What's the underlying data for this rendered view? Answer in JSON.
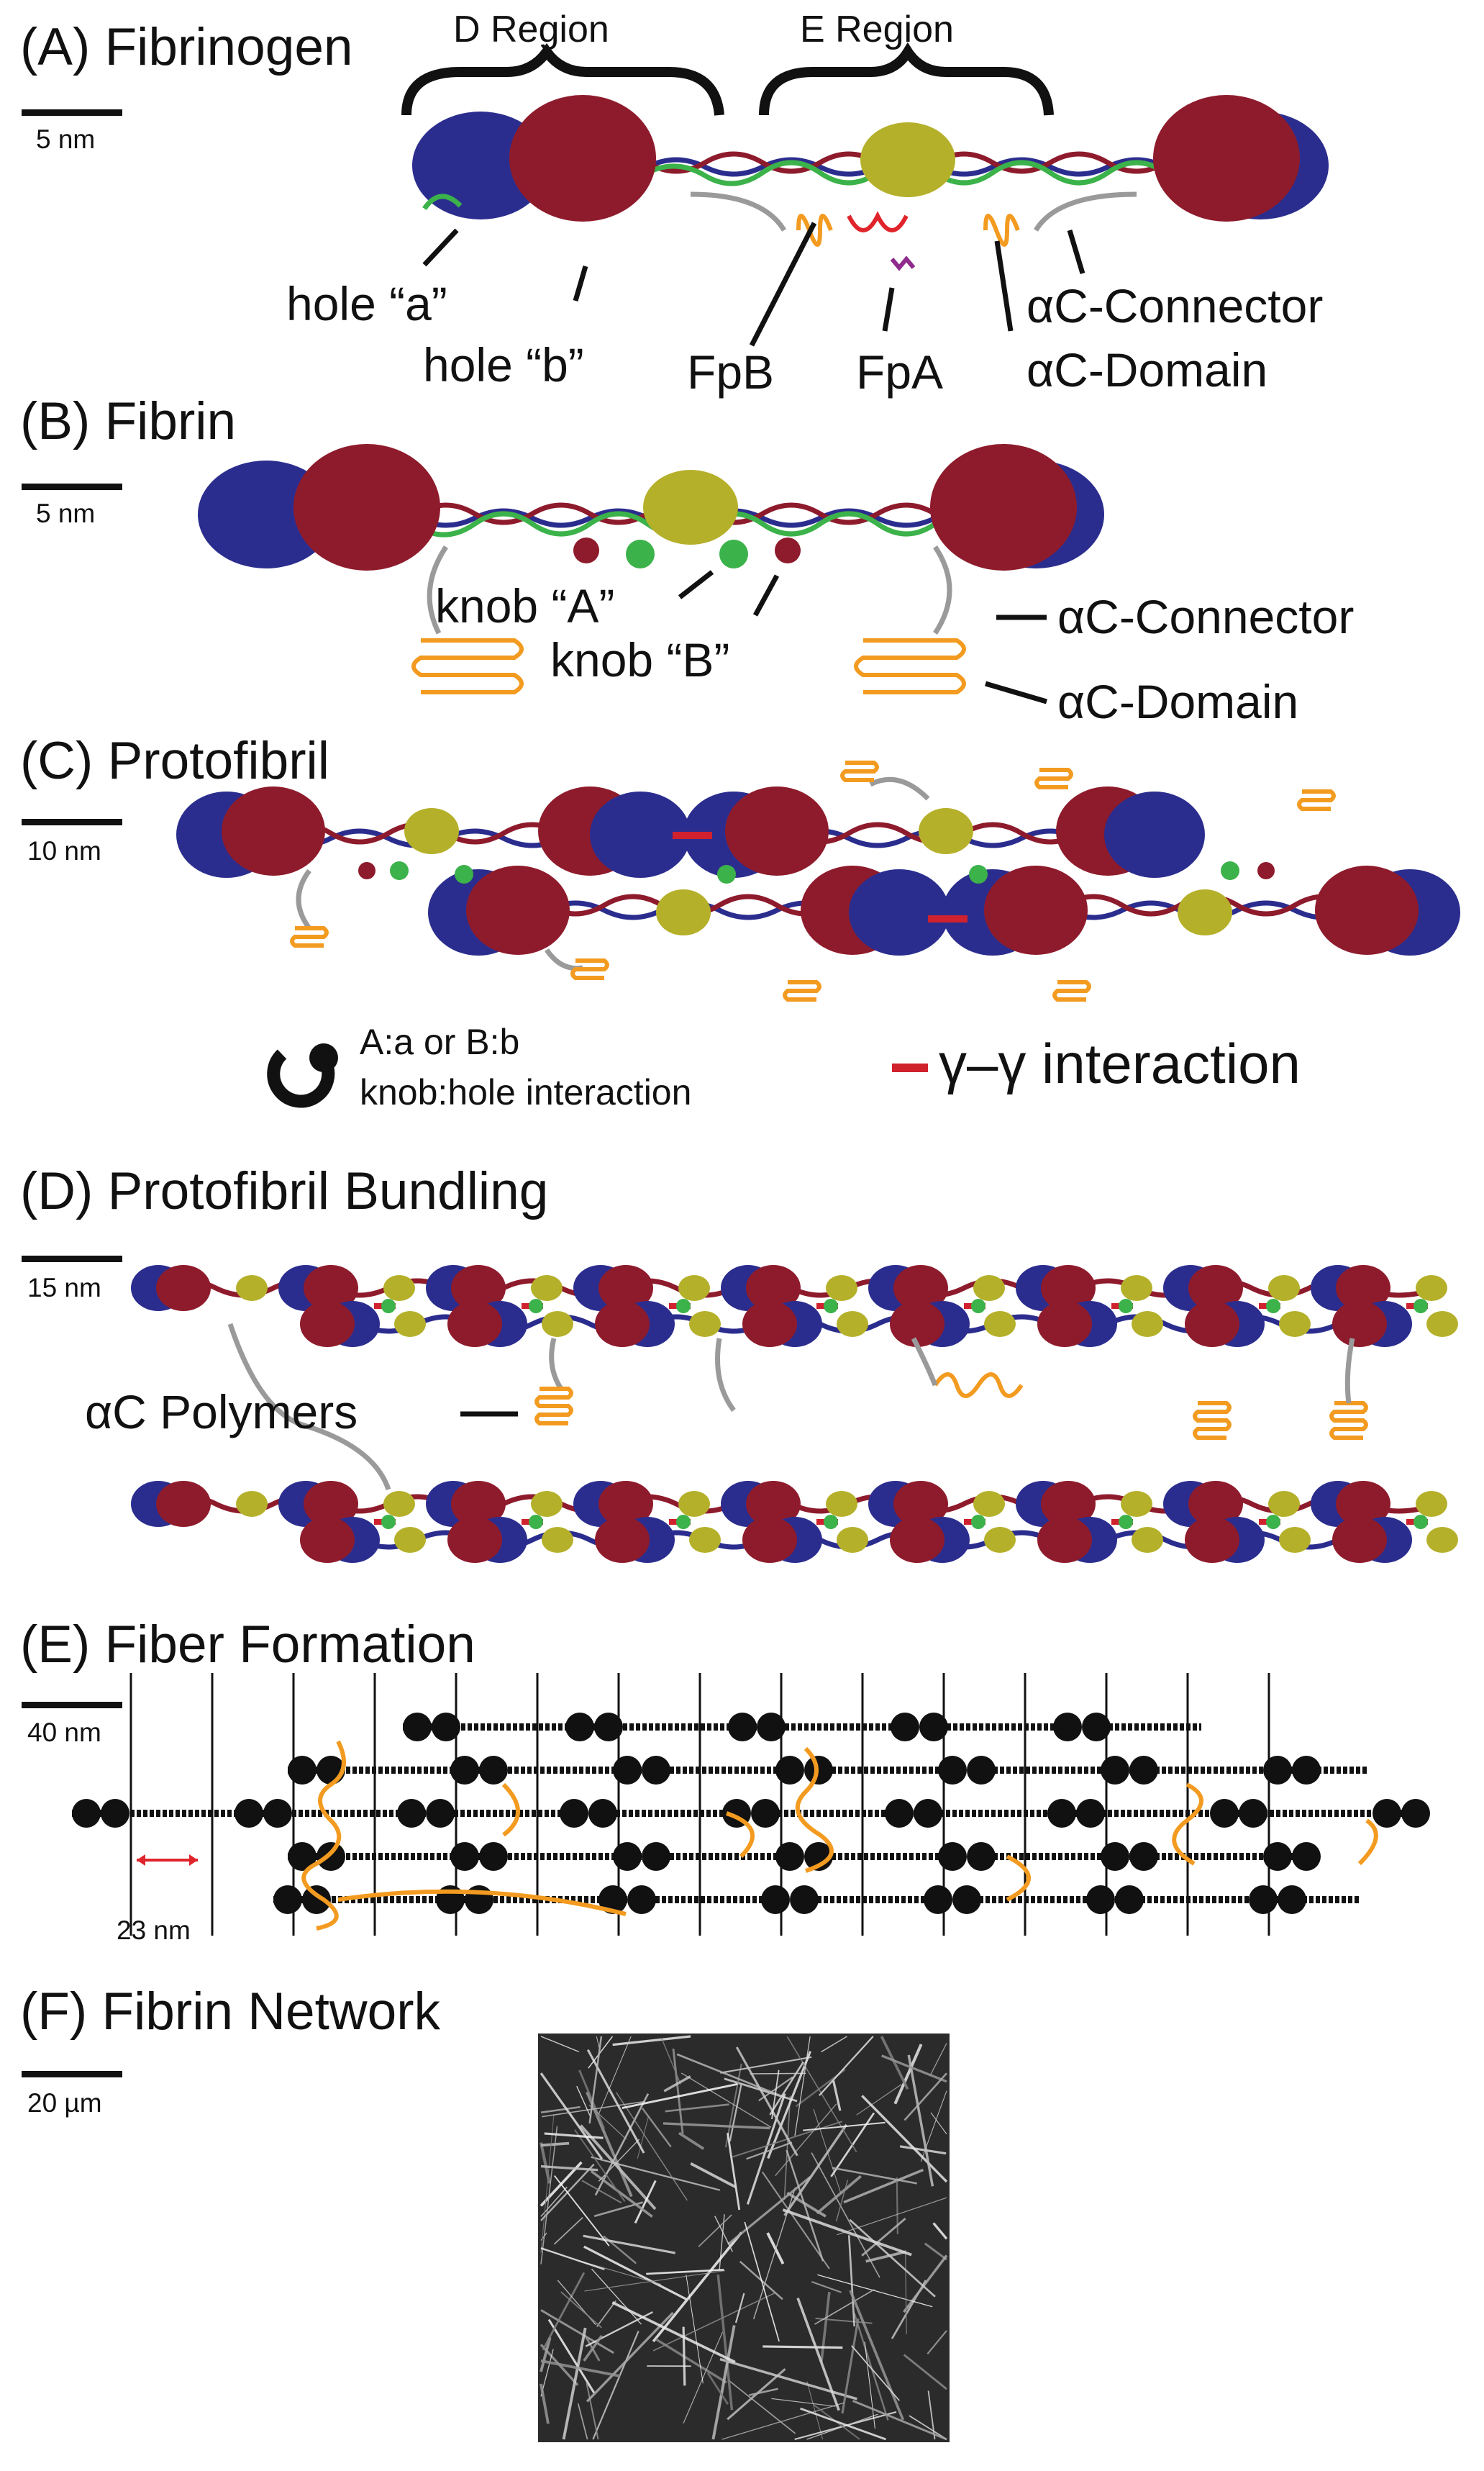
{
  "panels": {
    "a": {
      "title": "(A) Fibrinogen",
      "scalebar": "5 nm",
      "d_region": "D Region",
      "e_region": "E Region",
      "labels": {
        "hole_a": "hole “a”",
        "hole_b": "hole “b”",
        "fpb": "FpB",
        "fpa": "FpA",
        "ac_connector": "αC-Connector",
        "ac_domain": "αC-Domain"
      }
    },
    "b": {
      "title": "(B) Fibrin",
      "scalebar": "5 nm",
      "labels": {
        "knob_a": "knob “A”",
        "knob_b": "knob “B”",
        "ac_connector": "αC-Connector",
        "ac_domain": "αC-Domain"
      }
    },
    "c": {
      "title": "(C) Protofibril",
      "scalebar": "10 nm",
      "legend": {
        "knob_line1": "A:a  or B:b",
        "knob_line2": "knob:hole interaction",
        "gamma": "γ–γ interaction"
      }
    },
    "d": {
      "title": "(D) Protofibril Bundling",
      "scalebar": "15 nm",
      "label": "αC Polymers"
    },
    "e": {
      "title": "(E) Fiber Formation",
      "scalebar": "40 nm",
      "spacing": "23 nm"
    },
    "f": {
      "title": "(F) Fibrin Network",
      "scalebar": "20 µm"
    }
  },
  "colors": {
    "d_outer": "#2b2d8e",
    "d_inner": "#8e1b2c",
    "e_region": "#b5b02a",
    "knob_a": "#3cb24a",
    "ac_domain": "#f39b20",
    "connector": "#9a9a9a"
  }
}
